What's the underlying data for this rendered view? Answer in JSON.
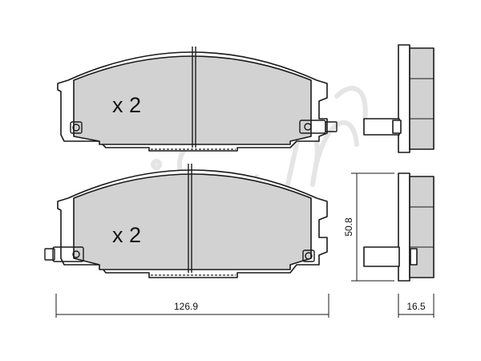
{
  "pads": {
    "top_quantity": "x 2",
    "bottom_quantity": "x 2"
  },
  "dimensions": {
    "width": "126.9",
    "height": "50.8",
    "thickness": "16.5"
  },
  "watermark": {
    "logo_text": "cifam"
  },
  "colors": {
    "pad_fill": "#d2d2d2",
    "outline": "#1a1a1a",
    "watermark": "#cfcfcf"
  }
}
